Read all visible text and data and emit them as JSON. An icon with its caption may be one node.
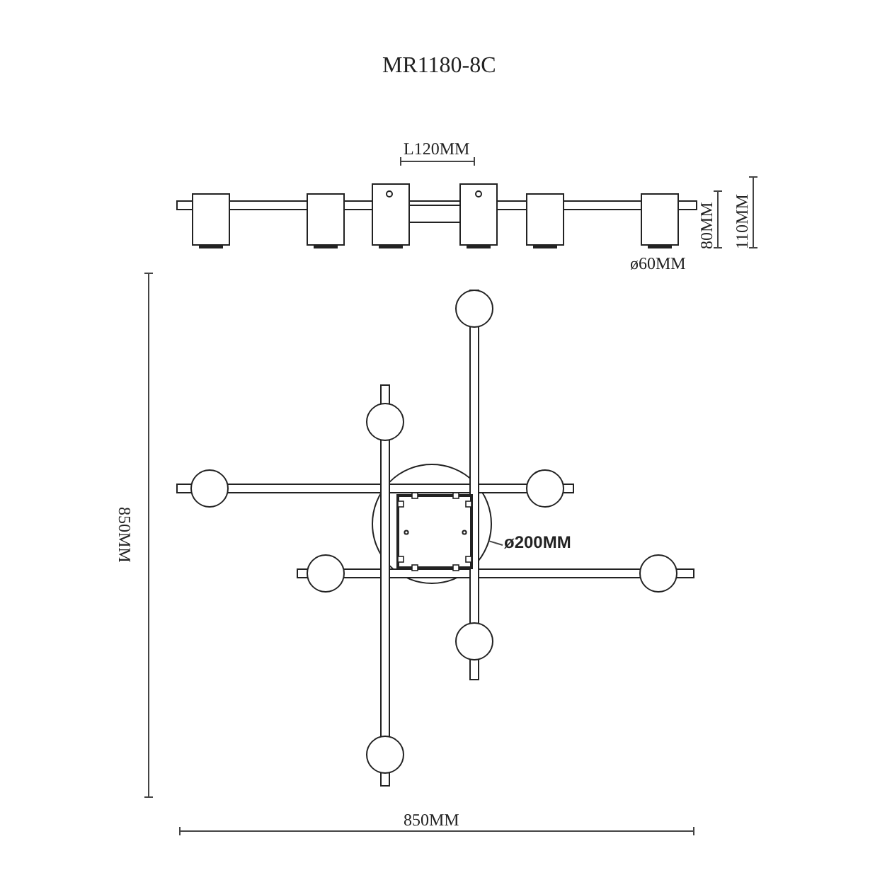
{
  "diagram": {
    "title": "MR1180-8C",
    "nodes": [
      {
        "text": [
          "ø200MM"
        ]
      },
      {
        "text": [],
        "shape": "circle"
      }
    ],
    "edges": [
      {
        "from": 0,
        "to": 1,
        "arrow": "none"
      }
    ],
    "labels": [
      "L120MM",
      "80MM",
      "110MM",
      "ø60MM",
      "850MM",
      "850MM"
    ]
  }
}
